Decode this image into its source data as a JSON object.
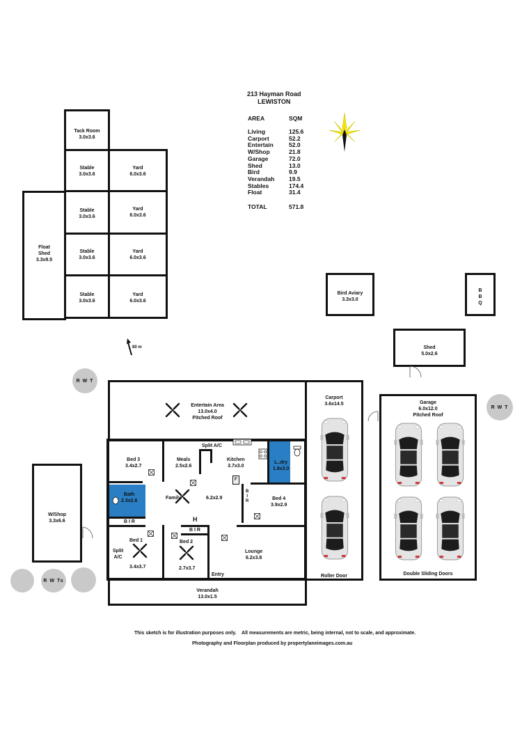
{
  "header": {
    "address_line1": "213 Hayman Road",
    "address_line2": "LEWISTON",
    "area_col": "AREA",
    "sqm_col": "SQM"
  },
  "areas": [
    {
      "name": "Living",
      "sqm": "125.6"
    },
    {
      "name": "Carport",
      "sqm": "52.2"
    },
    {
      "name": "Entertain",
      "sqm": "52.0"
    },
    {
      "name": "W/Shop",
      "sqm": "21.8"
    },
    {
      "name": "Garage",
      "sqm": "72.0"
    },
    {
      "name": "Shed",
      "sqm": "13.0"
    },
    {
      "name": "Bird",
      "sqm": "9.9"
    },
    {
      "name": "Verandah",
      "sqm": "19.5"
    },
    {
      "name": "Stables",
      "sqm": "174.4"
    },
    {
      "name": "Float",
      "sqm": "31.4"
    }
  ],
  "total": {
    "name": "TOTAL",
    "sqm": "571.8"
  },
  "outbuildings": {
    "tack_room": {
      "name": "Tack Room",
      "dims": "3.0x3.6"
    },
    "stable1": {
      "name": "Stable",
      "dims": "3.0x3.6"
    },
    "stable2": {
      "name": "Stable",
      "dims": "3.0x3.6"
    },
    "stable3": {
      "name": "Stable",
      "dims": "3.0x3.6"
    },
    "stable4": {
      "name": "Stable",
      "dims": "3.0x3.6"
    },
    "yard1": {
      "name": "Yard",
      "dims": "6.0x3.6"
    },
    "yard2": {
      "name": "Yard",
      "dims": "6.0x3.6"
    },
    "yard3": {
      "name": "Yard",
      "dims": "6.0x3.6"
    },
    "yard4": {
      "name": "Yard",
      "dims": "6.0x3.6"
    },
    "float_shed": {
      "name1": "Float",
      "name2": "Shed",
      "dims": "3.3x9.5"
    },
    "bird_aviary": {
      "name": "Bird Aviary",
      "dims": "3.3x3.0"
    },
    "bbq": {
      "l1": "B",
      "l2": "B",
      "l3": "Q"
    },
    "shed": {
      "name": "Shed",
      "dims": "5.0x2.6"
    },
    "wshop": {
      "name": "W/Shop",
      "dims": "3.3x6.6"
    },
    "distance": "80 m"
  },
  "tanks": {
    "rwt_left": "R W T",
    "rwt_right": "R W T",
    "rwts": "R W Ts"
  },
  "house": {
    "entertain": {
      "name": "Entertain Area",
      "dims": "13.0x4.0",
      "roof": "Pitched Roof"
    },
    "bed3": {
      "name": "Bed 3",
      "dims": "3.4x2.7"
    },
    "meals": {
      "name": "Meals",
      "dims": "2.5x2.6"
    },
    "split_ac_top": "Split A/C",
    "kitchen": {
      "name": "Kitchen",
      "dims": "3.7x3.0"
    },
    "ldry": {
      "name": "L..dry",
      "dims": "1.8x3.0"
    },
    "bath": {
      "name": "Bath",
      "dims": "2.3x2.6"
    },
    "family": {
      "name": "Family",
      "dims": "6.2x2.9"
    },
    "bed4": {
      "name": "Bed 4",
      "dims": "3.9x2.9"
    },
    "bir1": "B I R",
    "bir2": "B I R",
    "bir3_l1": "B",
    "bir3_l2": "I",
    "bir3_l3": "R",
    "h_mark": "H",
    "f_mark": "F",
    "bed1": {
      "name": "Bed 1",
      "dims": "3.4x3.7"
    },
    "split_ac_left_l1": "Split",
    "split_ac_left_l2": "A/C",
    "bed2": {
      "name": "Bed 2",
      "dims": "2.7x3.7"
    },
    "lounge": {
      "name": "Lounge",
      "dims": "6.2x3.8"
    },
    "entry": "Entry",
    "verandah": {
      "name": "Verandah",
      "dims": "13.0x1.5"
    }
  },
  "carport": {
    "name": "Carport",
    "dims": "3.6x14.5",
    "door": "Roller Door"
  },
  "garage": {
    "name": "Garage",
    "dims": "6.0x12.0",
    "roof": "Pitched Roof",
    "door": "Double Sliding Doors"
  },
  "footer": {
    "disclaimer": "This sketch is for illustration purposes only.    All measurements are metric, being internal, not to scale, and approximate.",
    "credit": "Photography and Floorplan produced by propertylaneimages.com.au"
  },
  "colors": {
    "wall": "#111111",
    "wet_area": "#2a7fc4",
    "tank": "#c9c9c9",
    "compass_star": "#f2e600"
  },
  "icons": [
    "compass-icon",
    "north-arrow-icon",
    "ceiling-fan-icon",
    "car-icon",
    "door-swing-icon",
    "toilet-icon",
    "sink-icon",
    "exhaust-fan-icon"
  ]
}
